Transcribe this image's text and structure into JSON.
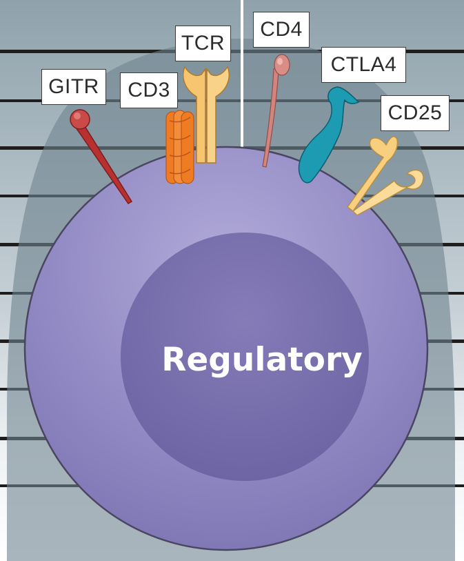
{
  "labels": {
    "gitr": "GITR",
    "cd3": "CD3",
    "tcr": "TCR",
    "cd4": "CD4",
    "ctla4": "CTLA4",
    "cd25": "CD25"
  },
  "cell": {
    "name": "Regulatory"
  },
  "colors": {
    "cell_body": "#9a93c8",
    "nucleus": "#7c73b0",
    "gitr": "#c0393a",
    "cd3": "#ef7b22",
    "tcr": "#f7c56f",
    "cd4": "#d98d86",
    "ctla4": "#1d9bb3",
    "cd25": "#f7cf7f"
  }
}
